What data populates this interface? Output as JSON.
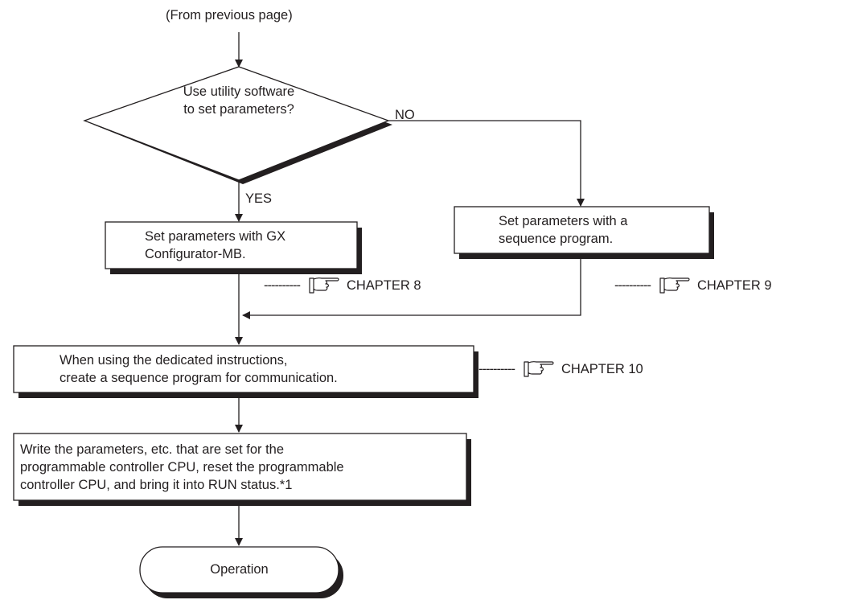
{
  "flow": {
    "from_previous": "(From previous page)",
    "decision": {
      "line1": "Use utility software",
      "line2": "to set parameters?",
      "no_label": "NO",
      "yes_label": "YES"
    },
    "box_gx": {
      "line1": "Set parameters with GX",
      "line2": "Configurator-MB."
    },
    "box_seq": {
      "line1": "Set parameters with a",
      "line2": "sequence program."
    },
    "ref_ch8": {
      "dashes": "----------",
      "label": "CHAPTER 8",
      "icon": "pointing-hand-icon"
    },
    "ref_ch9": {
      "dashes": "----------",
      "label": "CHAPTER 9",
      "icon": "pointing-hand-icon"
    },
    "box_dedicated": {
      "line1": "When using the dedicated instructions,",
      "line2": "create a sequence program for communication."
    },
    "ref_ch10": {
      "dashes": "----------",
      "label": "CHAPTER 10",
      "icon": "pointing-hand-icon"
    },
    "box_write": {
      "line1": "Write the parameters, etc. that are set for the",
      "line2": "programmable controller CPU, reset the programmable",
      "line3": "controller CPU, and bring it into RUN status.*1"
    },
    "terminal": {
      "label": "Operation"
    }
  }
}
